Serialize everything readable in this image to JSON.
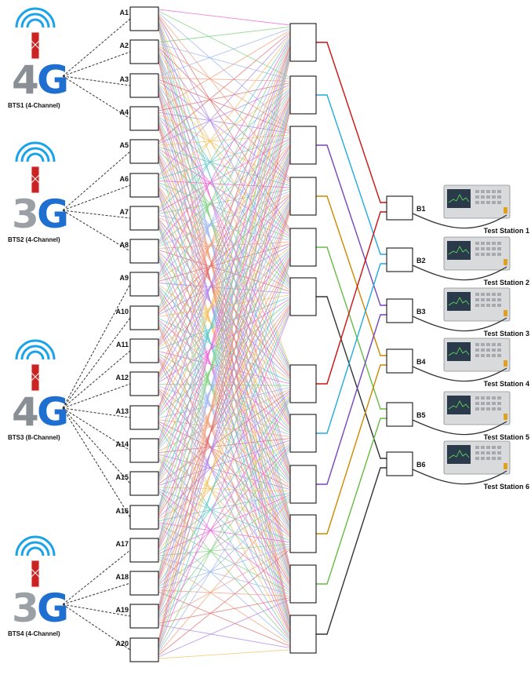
{
  "bts": [
    {
      "label": "BTS1 (4-Channel)",
      "gen": "4G",
      "ports": [
        "A1",
        "A2",
        "A3",
        "A4"
      ]
    },
    {
      "label": "BTS2 (4-Channel)",
      "gen": "3G",
      "ports": [
        "A5",
        "A6",
        "A7",
        "A8"
      ]
    },
    {
      "label": "BTS3 (8-Channel)",
      "gen": "4G",
      "ports": [
        "A9",
        "A10",
        "A11",
        "A12",
        "A13",
        "A14",
        "A15",
        "A16"
      ]
    },
    {
      "label": "BTS4 (4-Channel)",
      "gen": "3G",
      "ports": [
        "A17",
        "A18",
        "A19",
        "A20"
      ]
    }
  ],
  "a_ports": [
    "A1",
    "A2",
    "A3",
    "A4",
    "A5",
    "A6",
    "A7",
    "A8",
    "A9",
    "A10",
    "A11",
    "A12",
    "A13",
    "A14",
    "A15",
    "A16",
    "A17",
    "A18",
    "A19",
    "A20"
  ],
  "b_ports": [
    "B1",
    "B2",
    "B3",
    "B4",
    "B5",
    "B6"
  ],
  "stations": [
    "Test Station 1",
    "Test Station 2",
    "Test Station 3",
    "Test Station 4",
    "Test Station 5",
    "Test Station 6"
  ],
  "colors": {
    "mesh": [
      "#e86ad8",
      "#7fd07f",
      "#9fb6f0",
      "#f0a07a",
      "#e07070",
      "#b088e8",
      "#f2c060",
      "#64c8c8"
    ],
    "links": [
      "#cc1111",
      "#22aadd",
      "#7744bb",
      "#cc8800",
      "#66bb44",
      "#333333"
    ],
    "dash": "#333333",
    "box": "#000000"
  }
}
